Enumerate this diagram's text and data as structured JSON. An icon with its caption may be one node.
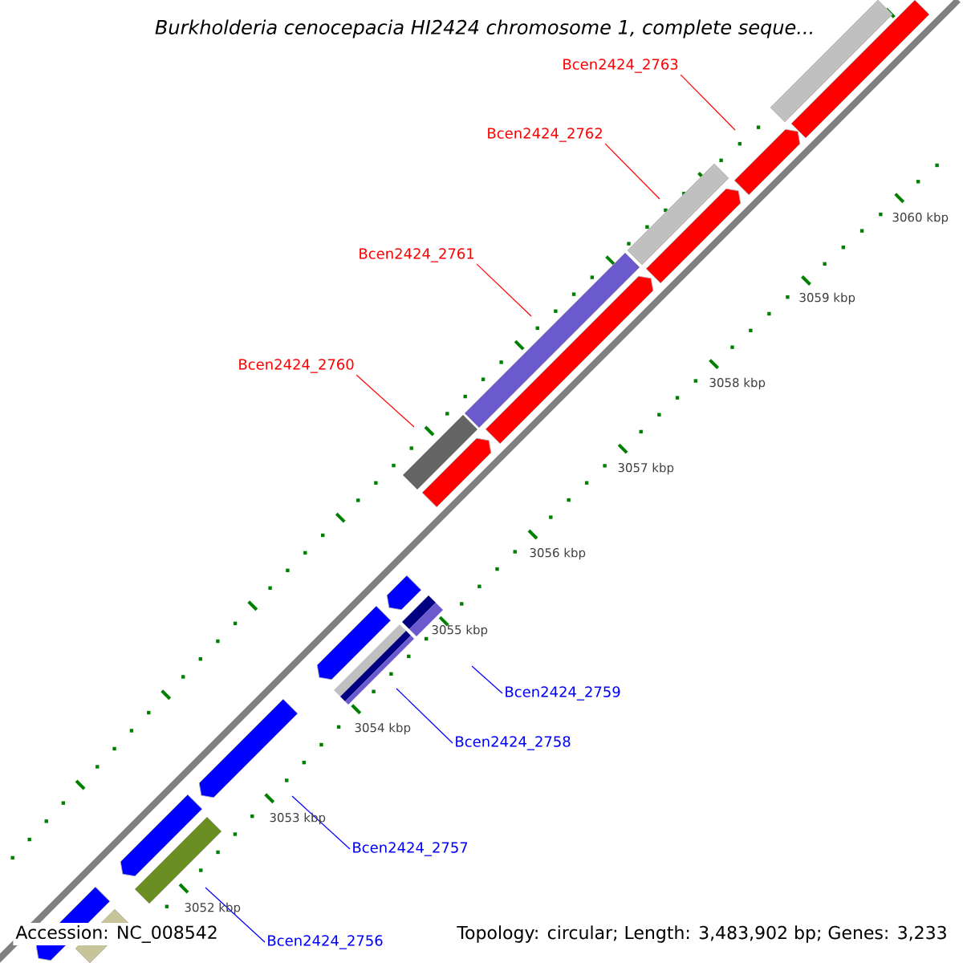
{
  "diagram": {
    "title": "*Burkholderia cenocepacia HI2424 chromosome 1, complete seque...*",
    "nodes": [
      {
        "text": [
          "Bcen2424_2763"
        ]
      },
      {
        "text": [
          "Bcen2424_2762"
        ]
      },
      {
        "text": [
          "Bcen2424_2761"
        ]
      },
      {
        "text": [
          "Bcen2424_2760"
        ]
      },
      {
        "text": [
          "Bcen2424_2759"
        ]
      },
      {
        "text": [
          "Bcen2424_2758"
        ]
      },
      {
        "text": [
          "Bcen2424_2757"
        ]
      },
      {
        "text": [
          "Bcen2424_2756"
        ]
      }
    ],
    "edges": [
      {
        "from": 0,
        "to": null,
        "arrow": "none",
        "color": "#ff0000"
      },
      {
        "from": 1,
        "to": null,
        "arrow": "none",
        "color": "#ff0000"
      },
      {
        "from": 2,
        "to": null,
        "arrow": "none",
        "color": "#ff0000"
      },
      {
        "from": 3,
        "to": null,
        "arrow": "none",
        "color": "#ff0000"
      },
      {
        "from": 4,
        "to": null,
        "arrow": "none",
        "color": "#0000ff"
      },
      {
        "from": 5,
        "to": null,
        "arrow": "none",
        "color": "#0000ff"
      },
      {
        "from": 6,
        "to": null,
        "arrow": "none",
        "color": "#0000ff"
      },
      {
        "from": 7,
        "to": null,
        "arrow": "none",
        "color": "#0000ff"
      }
    ],
    "labels": [
      "3060 kbp",
      "3059 kbp",
      "3058 kbp",
      "3057 kbp",
      "3056 kbp",
      "3055 kbp",
      "3054 kbp",
      "3053 kbp",
      "3052 kbp",
      "Accession: NC_008542",
      "Topology: circular; Length: 3,483,902 bp; Genes: 3,233"
    ]
  }
}
